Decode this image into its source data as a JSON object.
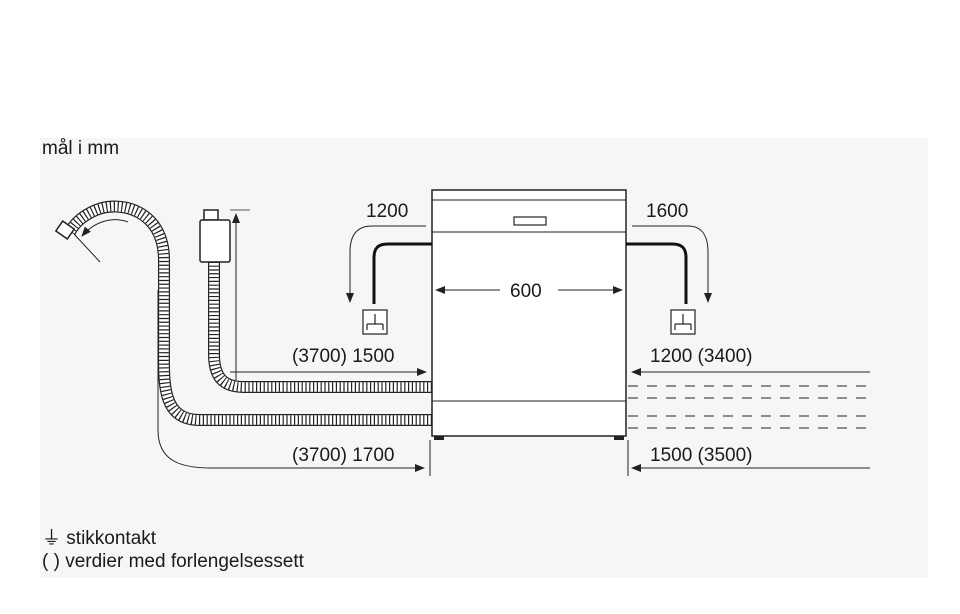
{
  "units_label": "mål i mm",
  "dimensions": {
    "left_cable": "1200",
    "right_cable": "1600",
    "width": "600",
    "left_upper": "(3700) 1500",
    "left_lower": "(3700) 1700",
    "right_upper": "1200 (3400)",
    "right_lower": "1500 (3500)"
  },
  "legend": {
    "socket_symbol": "⏚",
    "socket": "stikkontakt",
    "paren_symbol": "( )",
    "parentheses": "verdier med forlengelsessett"
  }
}
